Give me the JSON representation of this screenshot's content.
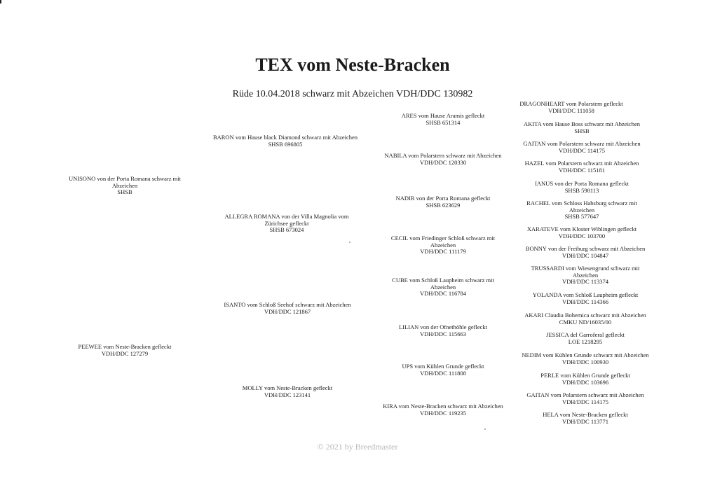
{
  "title": "TEX vom Neste-Bracken",
  "subtitle": "Rüde  10.04.2018  schwarz mit Abzeichen  VDH/DDC 130982",
  "gen1": [
    {
      "name": "UNISONO von der Porta Romana   schwarz mit Abzeichen",
      "reg": "SHSB"
    },
    {
      "name": "PEEWEE vom Neste-Bracken   gefleckt",
      "reg": "VDH/DDC 127279"
    }
  ],
  "gen2": [
    {
      "name": "BARON vom Hause black Diamond   schwarz mit Abzeichen",
      "reg": "SHSB 696805"
    },
    {
      "name": "ALLEGRA ROMANA von der Villa Magnolia vom Zürichsee   gefleckt",
      "reg": "SHSB 673024"
    },
    {
      "name": "ISANTO vom Schloß Seehof   schwarz mit Abzeichen",
      "reg": "VDH/DDC 121867"
    },
    {
      "name": "MOLLY vom Neste-Bracken   gefleckt",
      "reg": "VDH/DDC 123141"
    }
  ],
  "gen3": [
    {
      "name": "ARES vom Hause Aramis   gefleckt",
      "reg": "SHSB 651314"
    },
    {
      "name": "NABILA vom Polarstern   schwarz mit Abzeichen",
      "reg": "VDH/DDC 120330"
    },
    {
      "name": "NADIR von der Porta Romana   gefleckt",
      "reg": "SHSB 623629"
    },
    {
      "name": "CECIL vom Friedinger Schloß   schwarz mit Abzeichen",
      "reg": "VDH/DDC 111179"
    },
    {
      "name": "CUBE vom Schloß Laupheim   schwarz mit Abzeichen",
      "reg": "VDH/DDC 116784"
    },
    {
      "name": "LILIAN von der Ofnethöhle   gefleckt",
      "reg": "VDH/DDC 115663"
    },
    {
      "name": "UPS vom Kühlen Grunde   gefleckt",
      "reg": "VDH/DDC 111808"
    },
    {
      "name": "KIRA vom Neste-Bracken   schwarz mit Abzeichen",
      "reg": "VDH/DDC 119235"
    }
  ],
  "gen4": [
    {
      "name": "DRAGONHEART vom Polarstern   gefleckt",
      "reg": "VDH/DDC 111058"
    },
    {
      "name": "AKITA vom Hause Boss   schwarz mit Abzeichen",
      "reg": "SHSB"
    },
    {
      "name": "GAITAN vom Polarstern   schwarz mit Abzeichen",
      "reg": "VDH/DDC 114175"
    },
    {
      "name": "HAZEL vom Polarstern   schwarz mit Abzeichen",
      "reg": "VDH/DDC 115181"
    },
    {
      "name": "IANUS von der Porta Romana   gefleckt",
      "reg": "SHSB 598113"
    },
    {
      "name": "RACHEL vom Schloss Habsburg   schwarz mit Abzeichen",
      "reg": "SHSB 577647"
    },
    {
      "name": "XARATEVE vom Kloster Wiblingen   gefleckt",
      "reg": "VDH/DDC 103700"
    },
    {
      "name": "BONNY von der Freiburg   schwarz mit Abzeichen",
      "reg": "VDH/DDC 104847"
    },
    {
      "name": "TRUSSARDI vom Wiesengrund   schwarz mit Abzeichen",
      "reg": "VDH/DDC 113374"
    },
    {
      "name": "YOLANDA vom Schloß Laupheim   gefleckt",
      "reg": "VDH/DDC 114366"
    },
    {
      "name": "AKARI Claudia Bohemica   schwarz mit Abzeichen",
      "reg": "CMKU ND/16035/00"
    },
    {
      "name": "JESSICA del Garroferal   gefleckt",
      "reg": "LOE 1218295"
    },
    {
      "name": "NEDIM vom Kühlen Grunde   schwarz mit Abzeichen",
      "reg": "VDH/DDC 100930"
    },
    {
      "name": "PERLE vom Kühlen Grunde   gefleckt",
      "reg": "VDH/DDC 103696"
    },
    {
      "name": "GAITAN vom Polarstern   schwarz mit Abzeichen",
      "reg": "VDH/DDC 114175"
    },
    {
      "name": "HELA vom Neste-Bracken   gefleckt",
      "reg": "VDH/DDC 113771"
    }
  ],
  "footer": "© 2021 by Breedmaster"
}
